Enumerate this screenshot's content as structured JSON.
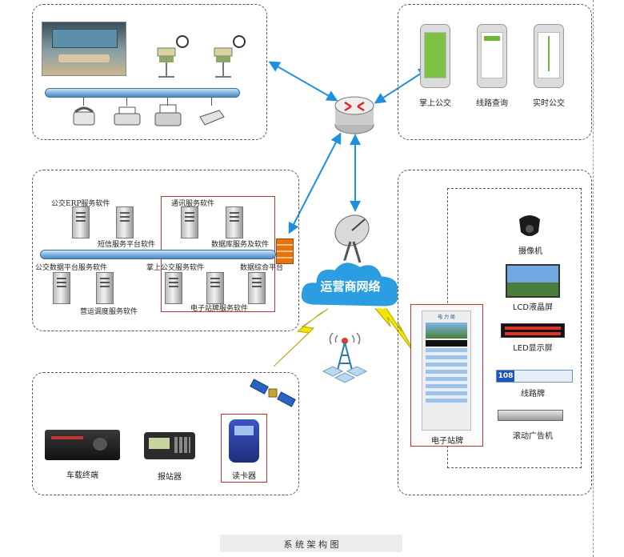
{
  "colors": {
    "link": "#1f8fe0",
    "lightning": "#f2e600",
    "cloud": "#2a9ee0",
    "firewall": "#e8730c",
    "accent_red": "#c83232"
  },
  "control_center": {
    "icons": [
      "video-wall-icon",
      "operator-icon",
      "operator-icon",
      "phone-icon",
      "printer-icon",
      "fax-icon",
      "scanner-icon"
    ]
  },
  "mobile_apps": [
    {
      "label": "掌上公交"
    },
    {
      "label": "线路查询"
    },
    {
      "label": "实时公交"
    }
  ],
  "servers": {
    "labels": {
      "erp": "公交ERP服务软件",
      "comm": "通讯服务软件",
      "sms": "短信服务平台软件",
      "db": "数据库服务及软件",
      "data_platform": "公交数据平台服务软件",
      "mobile": "掌上公交服务软件",
      "integration": "数据综合平台",
      "dispatch": "营运调度服务软件",
      "eboard": "电子站牌服务软件"
    }
  },
  "network": {
    "label": "运营商网络"
  },
  "field_devices": [
    {
      "label": "车载终端"
    },
    {
      "label": "报站器"
    },
    {
      "label": "读卡器"
    }
  ],
  "station": {
    "board_label": "电子站牌",
    "board_header": "电 力 局",
    "devices": [
      {
        "label": "摄像机"
      },
      {
        "label": "LCD液晶屏"
      },
      {
        "label": "LED显示屏"
      },
      {
        "label": "线路牌"
      },
      {
        "label": "滚动广告机"
      }
    ],
    "route_number": "108"
  },
  "caption": "系 统 架 构 图"
}
